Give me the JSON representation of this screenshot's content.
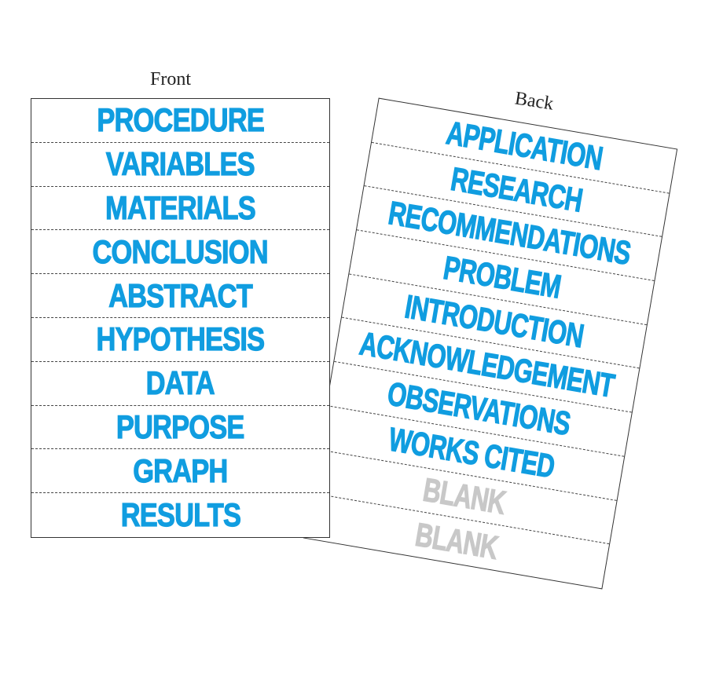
{
  "front": {
    "caption": "Front",
    "labels": [
      "PROCEDURE",
      "VARIABLES",
      "MATERIALS",
      "CONCLUSION",
      "ABSTRACT",
      "HYPOTHESIS",
      "DATA",
      "PURPOSE",
      "GRAPH",
      "RESULTS"
    ]
  },
  "back": {
    "caption": "Back",
    "labels": [
      "APPLICATION",
      "RESEARCH",
      "RECOMMENDATIONS",
      "PROBLEM",
      "INTRODUCTION",
      "ACKNOWLEDGEMENT",
      "OBSERVATIONS",
      "WORKS CITED",
      "BLANK",
      "BLANK"
    ]
  },
  "colors": {
    "label": "#109de0",
    "blank": "#c8c8c8"
  }
}
